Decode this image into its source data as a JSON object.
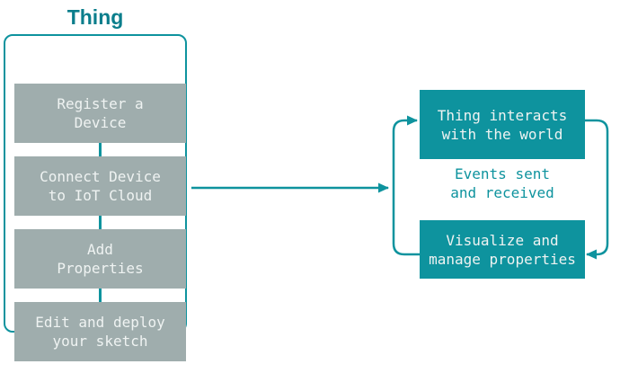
{
  "colors": {
    "teal": "#0e939e",
    "teal_dark_title": "#0b7e8c",
    "step_gray": "#9fadad",
    "box_text": "#eff3f2",
    "background": "#ffffff"
  },
  "left_panel": {
    "title": "Thing",
    "steps": [
      {
        "label": "Register a\nDevice"
      },
      {
        "label": "Connect Device\nto IoT Cloud"
      },
      {
        "label": "Add\nProperties"
      },
      {
        "label": "Edit and deploy\nyour sketch"
      }
    ]
  },
  "cycle": {
    "top_box_label": "Thing interacts\nwith the world",
    "events_label": "Events sent\nand received",
    "bottom_box_label": "Visualize and\nmanage properties"
  }
}
